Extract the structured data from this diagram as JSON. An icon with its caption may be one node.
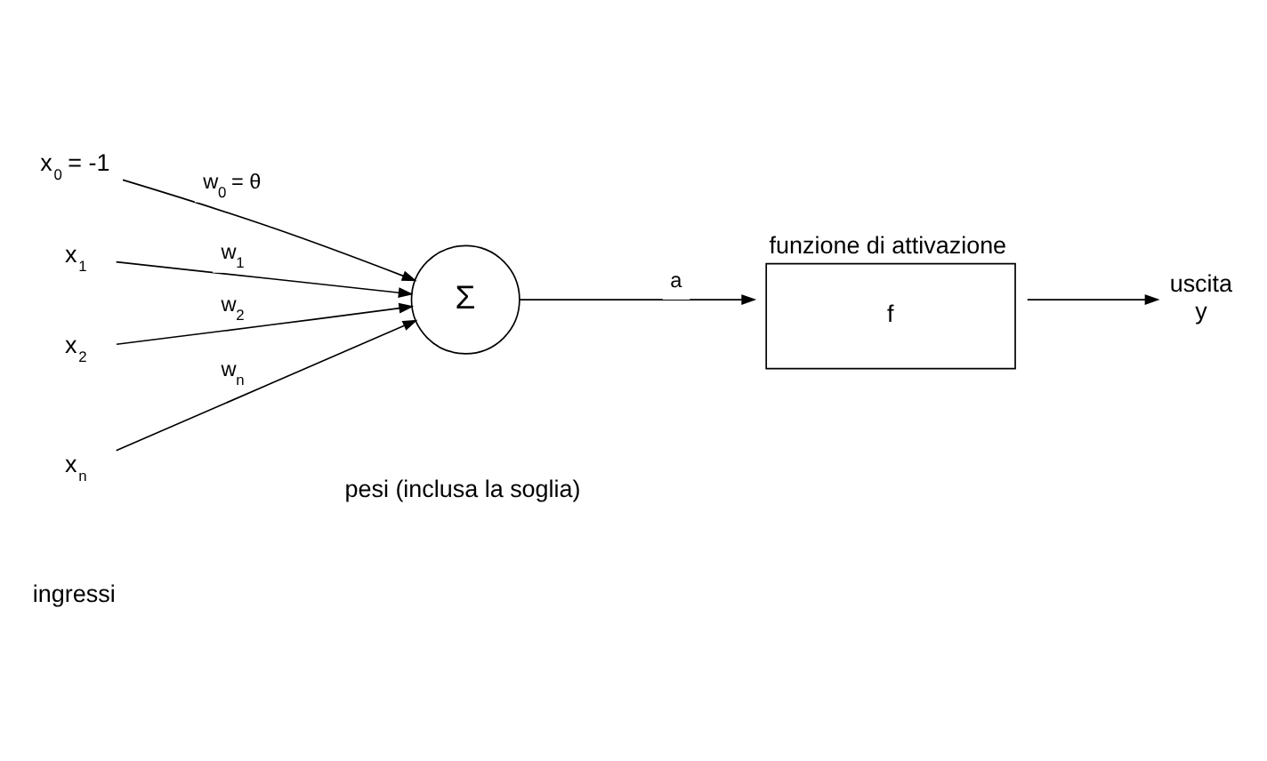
{
  "diagram": {
    "nodes": [
      {
        "text": [
          "x$_{0}$ = -1"
        ]
      },
      {
        "text": [
          "x$_{1}$"
        ]
      },
      {
        "text": [
          "x$_{2}$"
        ]
      },
      {
        "text": [
          "x$_{n}$"
        ]
      },
      {
        "text": [
          "Σ"
        ]
      },
      {
        "text": [
          "f"
        ],
        "beside": [
          "funzione di attivazione"
        ]
      },
      {
        "text": [
          "y"
        ],
        "beside": [
          "uscita"
        ]
      }
    ],
    "edges": [
      {
        "from": 0,
        "to": 4,
        "arrow": "to",
        "label": "w$_{0}$ = θ"
      },
      {
        "from": 1,
        "to": 4,
        "arrow": "to",
        "label": "w$_{1}$"
      },
      {
        "from": 2,
        "to": 4,
        "arrow": "to",
        "label": "w$_{2}$"
      },
      {
        "from": 3,
        "to": 4,
        "arrow": "to",
        "label": "w$_{n}$"
      },
      {
        "from": 4,
        "to": 5,
        "arrow": "to",
        "label": "a"
      },
      {
        "from": 5,
        "to": 6,
        "arrow": "to"
      }
    ],
    "labels": [
      "pesi (inclusa la soglia)",
      "ingressi"
    ]
  }
}
